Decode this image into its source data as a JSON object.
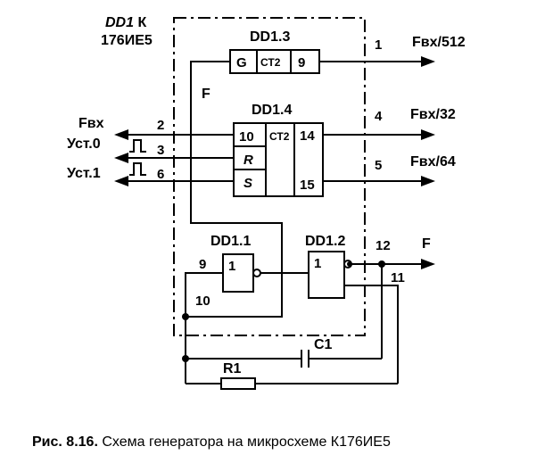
{
  "chip": {
    "name": "DD1",
    "name_suffix": " К",
    "type": "176ИЕ5"
  },
  "dd13": {
    "label": "DD1.3",
    "g": "G",
    "ct": "СТ2",
    "pin": "9"
  },
  "dd14": {
    "label": "DD1.4",
    "pin_in": "10",
    "ct": "СТ2",
    "pin_out_14": "14",
    "r": "R",
    "s": "S",
    "pin_out_15": "15"
  },
  "dd11": {
    "label": "DD1.1",
    "fn": "1",
    "pin_a": "9",
    "pin_b": "10"
  },
  "dd12": {
    "label": "DD1.2",
    "fn": "1",
    "pin_a": "12",
    "pin_b": "11"
  },
  "pins": {
    "p1": "1",
    "p4": "4",
    "p5": "5",
    "p2": "2",
    "p3": "3",
    "p6": "6"
  },
  "signals": {
    "fin": "Fвх",
    "ust0": "Уст.0",
    "ust1": "Уст.1",
    "f": "F",
    "f_inner": "F",
    "out512": "Fвх/512",
    "out32": "Fвх/32",
    "out64": "Fвх/64"
  },
  "components": {
    "c1": "C1",
    "r1": "R1"
  },
  "caption": {
    "prefix": "Рис. 8.16.",
    "text": " Схема генератора на микросхеме К176ИЕ5"
  }
}
